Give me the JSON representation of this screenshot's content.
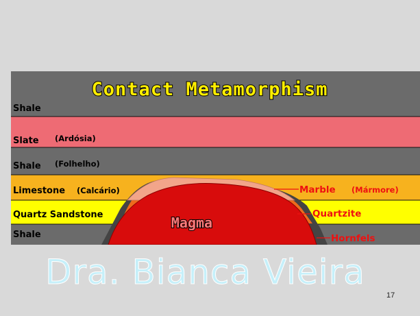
{
  "title": "Contact Metamorphism",
  "layers": {
    "shale_top": "Shale",
    "slate": "Slate",
    "slate_pt": "(Ardósia)",
    "shale_mid": "Shale",
    "shale_mid_pt": "(Folhelho)",
    "limestone": "Limestone",
    "limestone_pt": "(Calcário)",
    "quartz_sandstone": "Quartz Sandstone",
    "shale_bottom": "Shale"
  },
  "intrusion": "Magma",
  "metamorphic_rocks": {
    "marble": "Marble",
    "marble_pt": "(Mármore)",
    "quartzite": "Quartzite",
    "hornfels": "Hornfels"
  },
  "watermark": "Dra. Bianca Vieira",
  "page_number": "17",
  "colors": {
    "shale": "#6b6b6b",
    "slate": "#ee6b74",
    "limestone": "#f7b21e",
    "sandstone": "#ffff00",
    "magma": "#d80c0c",
    "marble": "#f2a58a",
    "quartzite": "#ee6a1c",
    "hornfels": "#444444",
    "title_fill": "#ffee00",
    "label_red": "#ee1111"
  }
}
